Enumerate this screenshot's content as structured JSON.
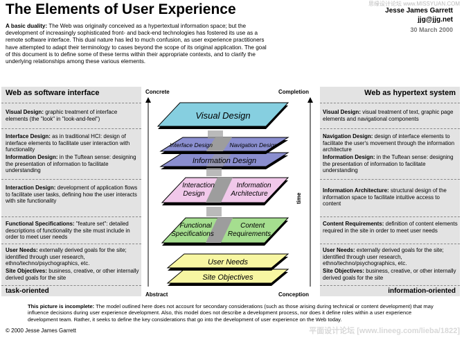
{
  "header": {
    "title": "The Elements of User Experience",
    "author": "Jesse James Garrett",
    "email": "jjg@jjg.net",
    "date": "30 March 2000",
    "watermark_top": "思缘设计论坛 www.MISSYUAN.COM"
  },
  "intro": {
    "lead": "A basic duality:",
    "text": " The Web was originally conceived as a hypertextual information space; but the development of increasingly sophisticated front- and back-end technologies has fostered its use as a remote software interface. This dual nature has led to much confusion, as user experience practitioners have attempted to adapt their terminology to cases beyond the scope of its original application. The goal of this document is to define some of these terms within their appropriate contexts, and to clarify the underlying relationships among these various elements."
  },
  "left_panel": {
    "title": "Web as software interface",
    "footer": "task-oriented",
    "items": [
      {
        "term": "Visual Design:",
        "desc": " graphic treatment of interface elements (the \"look\" in \"look-and-feel\")"
      },
      {
        "term": "Interface Design:",
        "desc": " as in traditional HCI: design of interface elements to facilitate user interaction with functionality"
      },
      {
        "term": "Information Design:",
        "desc": " in the Tuftean sense: designing the presentation of information to facilitate understanding"
      },
      {
        "term": "Interaction Design:",
        "desc": " development of application flows to facilitate user tasks, defining how the user interacts with site functionality"
      },
      {
        "term": "Functional Specifications:",
        "desc": " \"feature set\": detailed descriptions of functionality the site must include in order to meet user needs"
      },
      {
        "term": "User Needs:",
        "desc": " externally derived goals for the site; identified through user research, ethno/techno/psychographics, etc."
      },
      {
        "term": "Site Objectives:",
        "desc": " business, creative, or other internally derived goals for the site"
      }
    ]
  },
  "right_panel": {
    "title": "Web as hypertext system",
    "footer": "information-oriented",
    "items": [
      {
        "term": "Visual Design:",
        "desc": " visual treatment of text, graphic page elements and navigational components"
      },
      {
        "term": "Navigation Design:",
        "desc": " design of interface elements to facilitate the user's movement through the information architecture"
      },
      {
        "term": "Information Design:",
        "desc": " in the Tuftean sense: designing the presentation of information to facilitate understanding"
      },
      {
        "term": "Information Architecture:",
        "desc": " structural design of the information space to facilitate intuitive access to content"
      },
      {
        "term": "Content Requirements:",
        "desc": " definition of content elements required in the site in order to meet user needs"
      },
      {
        "term": "User Needs:",
        "desc": " externally derived goals for the site; identified through user research, ethno/techno/psychographics, etc."
      },
      {
        "term": "Site Objectives:",
        "desc": " business, creative, or other internally derived goals for the site"
      }
    ]
  },
  "diagram": {
    "concrete": "Concrete",
    "completion": "Completion",
    "abstract": "Abstract",
    "conception": "Conception",
    "time": "time",
    "visual_design": "Visual Design",
    "interface_design": "Interface Design",
    "navigation_design": "Navigation Design",
    "information_design": "Information Design",
    "interaction_design": [
      "Interaction",
      "Design"
    ],
    "information_architecture": [
      "Information",
      "Architecture"
    ],
    "functional_specifications": [
      "Functional",
      "Specifications"
    ],
    "content_requirements": [
      "Content",
      "Requirements"
    ],
    "user_needs": "User Needs",
    "site_objectives": "Site Objectives",
    "colors": {
      "visual": "#86cfe0",
      "nav": "#8a8ecf",
      "interaction": "#f1c8ea",
      "functional": "#a5de8f",
      "objectives": "#f7f6a2",
      "center_band": "#9d9d9d"
    }
  },
  "footnote": {
    "lead": "This picture is incomplete:",
    "text": " The model outlined here does not account for secondary considerations (such as those arising during technical or content development) that may influence decisions during user experience development. Also, this model does not describe a development process, nor does it define roles within a user experience development team. Rather, it seeks to define the key considerations that go into the development of user experience on the Web today."
  },
  "copyright": "© 2000 Jesse James Garrett",
  "watermark_bottom": "平面设计论坛 [www.lineeg.com/lieba/1822]"
}
